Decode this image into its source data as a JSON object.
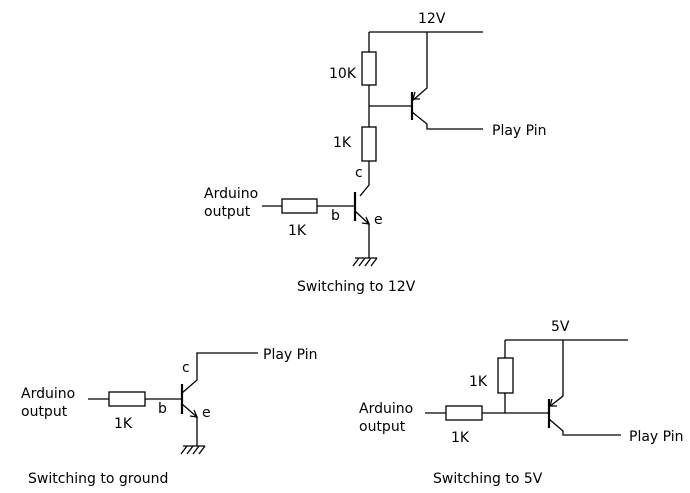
{
  "circuit_12v": {
    "supply_label": "12V",
    "r_pullup_label": "10K",
    "r_collector_label": "1K",
    "collector_label": "c",
    "base_label": "b",
    "emitter_label": "e",
    "input_label_line1": "Arduino",
    "input_label_line2": "output",
    "r_base_label": "1K",
    "output_label": "Play Pin",
    "caption": "Switching to 12V"
  },
  "circuit_ground": {
    "collector_label": "c",
    "base_label": "b",
    "emitter_label": "e",
    "input_label_line1": "Arduino",
    "input_label_line2": "output",
    "r_base_label": "1K",
    "output_label": "Play Pin",
    "caption": "Switching to ground"
  },
  "circuit_5v": {
    "supply_label": "5V",
    "r_pullup_label": "1K",
    "input_label_line1": "Arduino",
    "input_label_line2": "output",
    "r_base_label": "1K",
    "output_label": "Play Pin",
    "caption": "Switching to 5V"
  }
}
